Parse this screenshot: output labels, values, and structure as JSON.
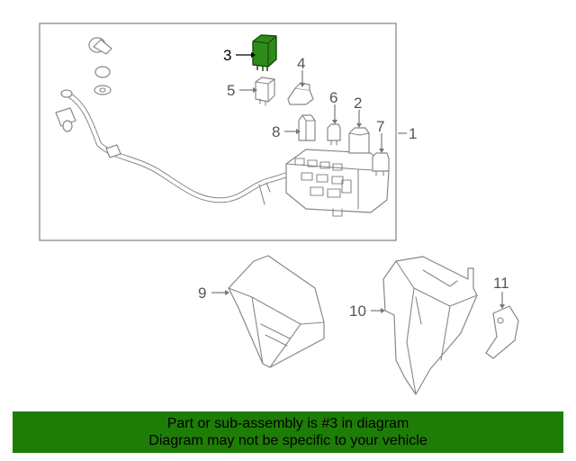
{
  "diagram": {
    "callouts": {
      "c1": "1",
      "c2": "2",
      "c3": "3",
      "c4": "4",
      "c5": "5",
      "c6": "6",
      "c7": "7",
      "c8": "8",
      "c9": "9",
      "c10": "10",
      "c11": "11"
    },
    "highlight_color": "#2e8b1a"
  },
  "banner": {
    "line1": "Part or sub-assembly is #3 in diagram",
    "line2": "Diagram may not be specific to your vehicle",
    "background": "#1e7d06"
  }
}
